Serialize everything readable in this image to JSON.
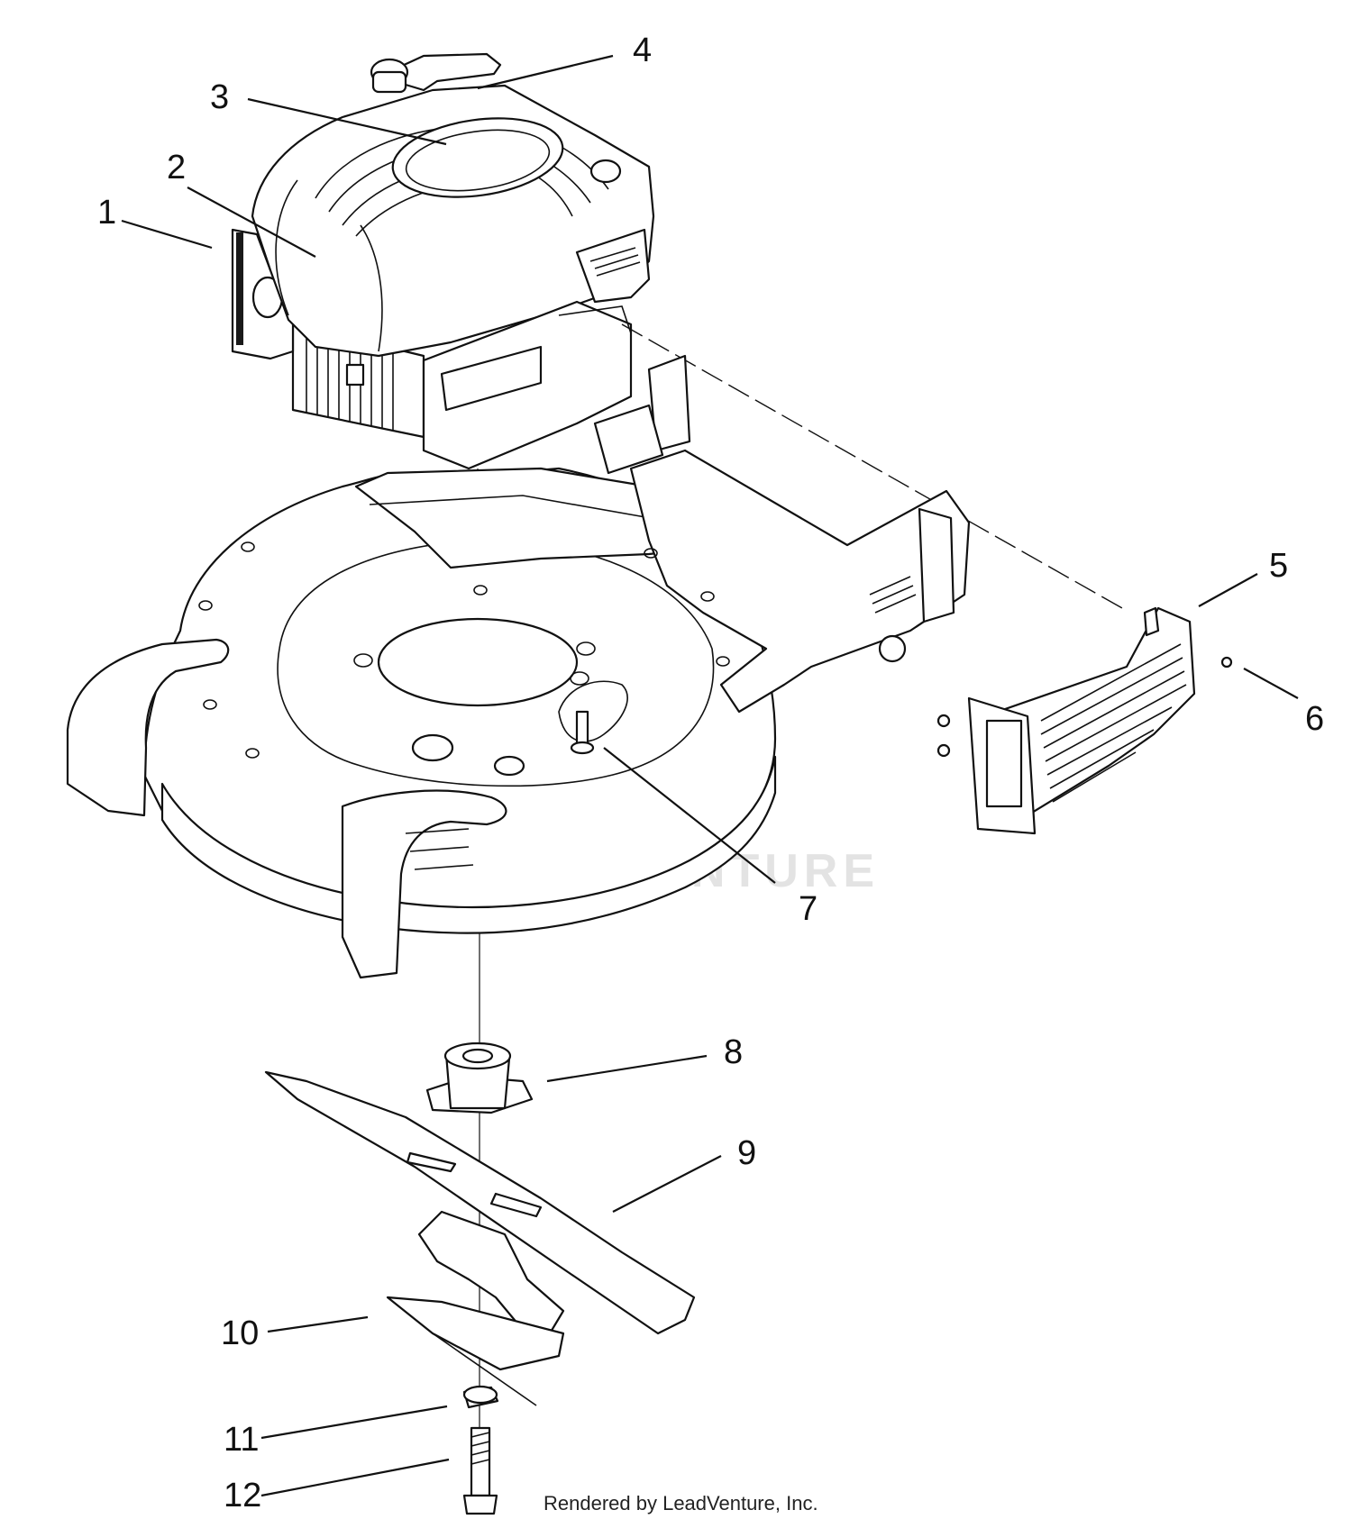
{
  "callouts": [
    {
      "number": "1"
    },
    {
      "number": "2"
    },
    {
      "number": "3"
    },
    {
      "number": "4"
    },
    {
      "number": "5"
    },
    {
      "number": "6"
    },
    {
      "number": "7"
    },
    {
      "number": "8"
    },
    {
      "number": "9"
    },
    {
      "number": "10"
    },
    {
      "number": "11"
    },
    {
      "number": "12"
    }
  ],
  "watermark": {
    "text": "LEADVENTURE"
  },
  "footer": {
    "credit": "Rendered by LeadVenture, Inc."
  }
}
